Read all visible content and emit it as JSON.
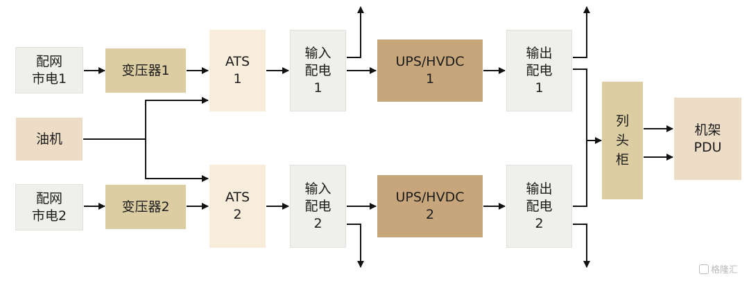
{
  "nodes": {
    "grid1": "配网\n市电1",
    "transformer1": "变压器1",
    "ats1": "ATS\n1",
    "input1": "输入\n配电\n1",
    "ups1": "UPS/HVDC\n1",
    "output1": "输出\n配电\n1",
    "diesel": "油机",
    "grid2": "配网\n市电2",
    "transformer2": "变压器2",
    "ats2": "ATS\n2",
    "input2": "输入\n配电\n2",
    "ups2": "UPS/HVDC\n2",
    "output2": "输出\n配电\n2",
    "column_cabinet": "列\n头\n柜",
    "rack_pdu": "机架\nPDU"
  },
  "edges": [
    [
      "grid1",
      "transformer1"
    ],
    [
      "transformer1",
      "ats1"
    ],
    [
      "ats1",
      "input1"
    ],
    [
      "input1",
      "ups1"
    ],
    [
      "ups1",
      "output1"
    ],
    [
      "output1",
      "column_cabinet"
    ],
    [
      "diesel",
      "ats1"
    ],
    [
      "diesel",
      "ats2"
    ],
    [
      "grid2",
      "transformer2"
    ],
    [
      "transformer2",
      "ats2"
    ],
    [
      "ats2",
      "input2"
    ],
    [
      "input2",
      "ups2"
    ],
    [
      "ups2",
      "output2"
    ],
    [
      "output2",
      "column_cabinet"
    ],
    [
      "column_cabinet",
      "rack_pdu"
    ]
  ],
  "watermark": "格隆汇",
  "colors": {
    "grey_box": "#efefeb",
    "tan_box": "#dccda2",
    "cream_box": "#f8ecdb",
    "peach_box": "#eddcc6",
    "ups_box": "#c8a67b",
    "line": "#111111"
  }
}
